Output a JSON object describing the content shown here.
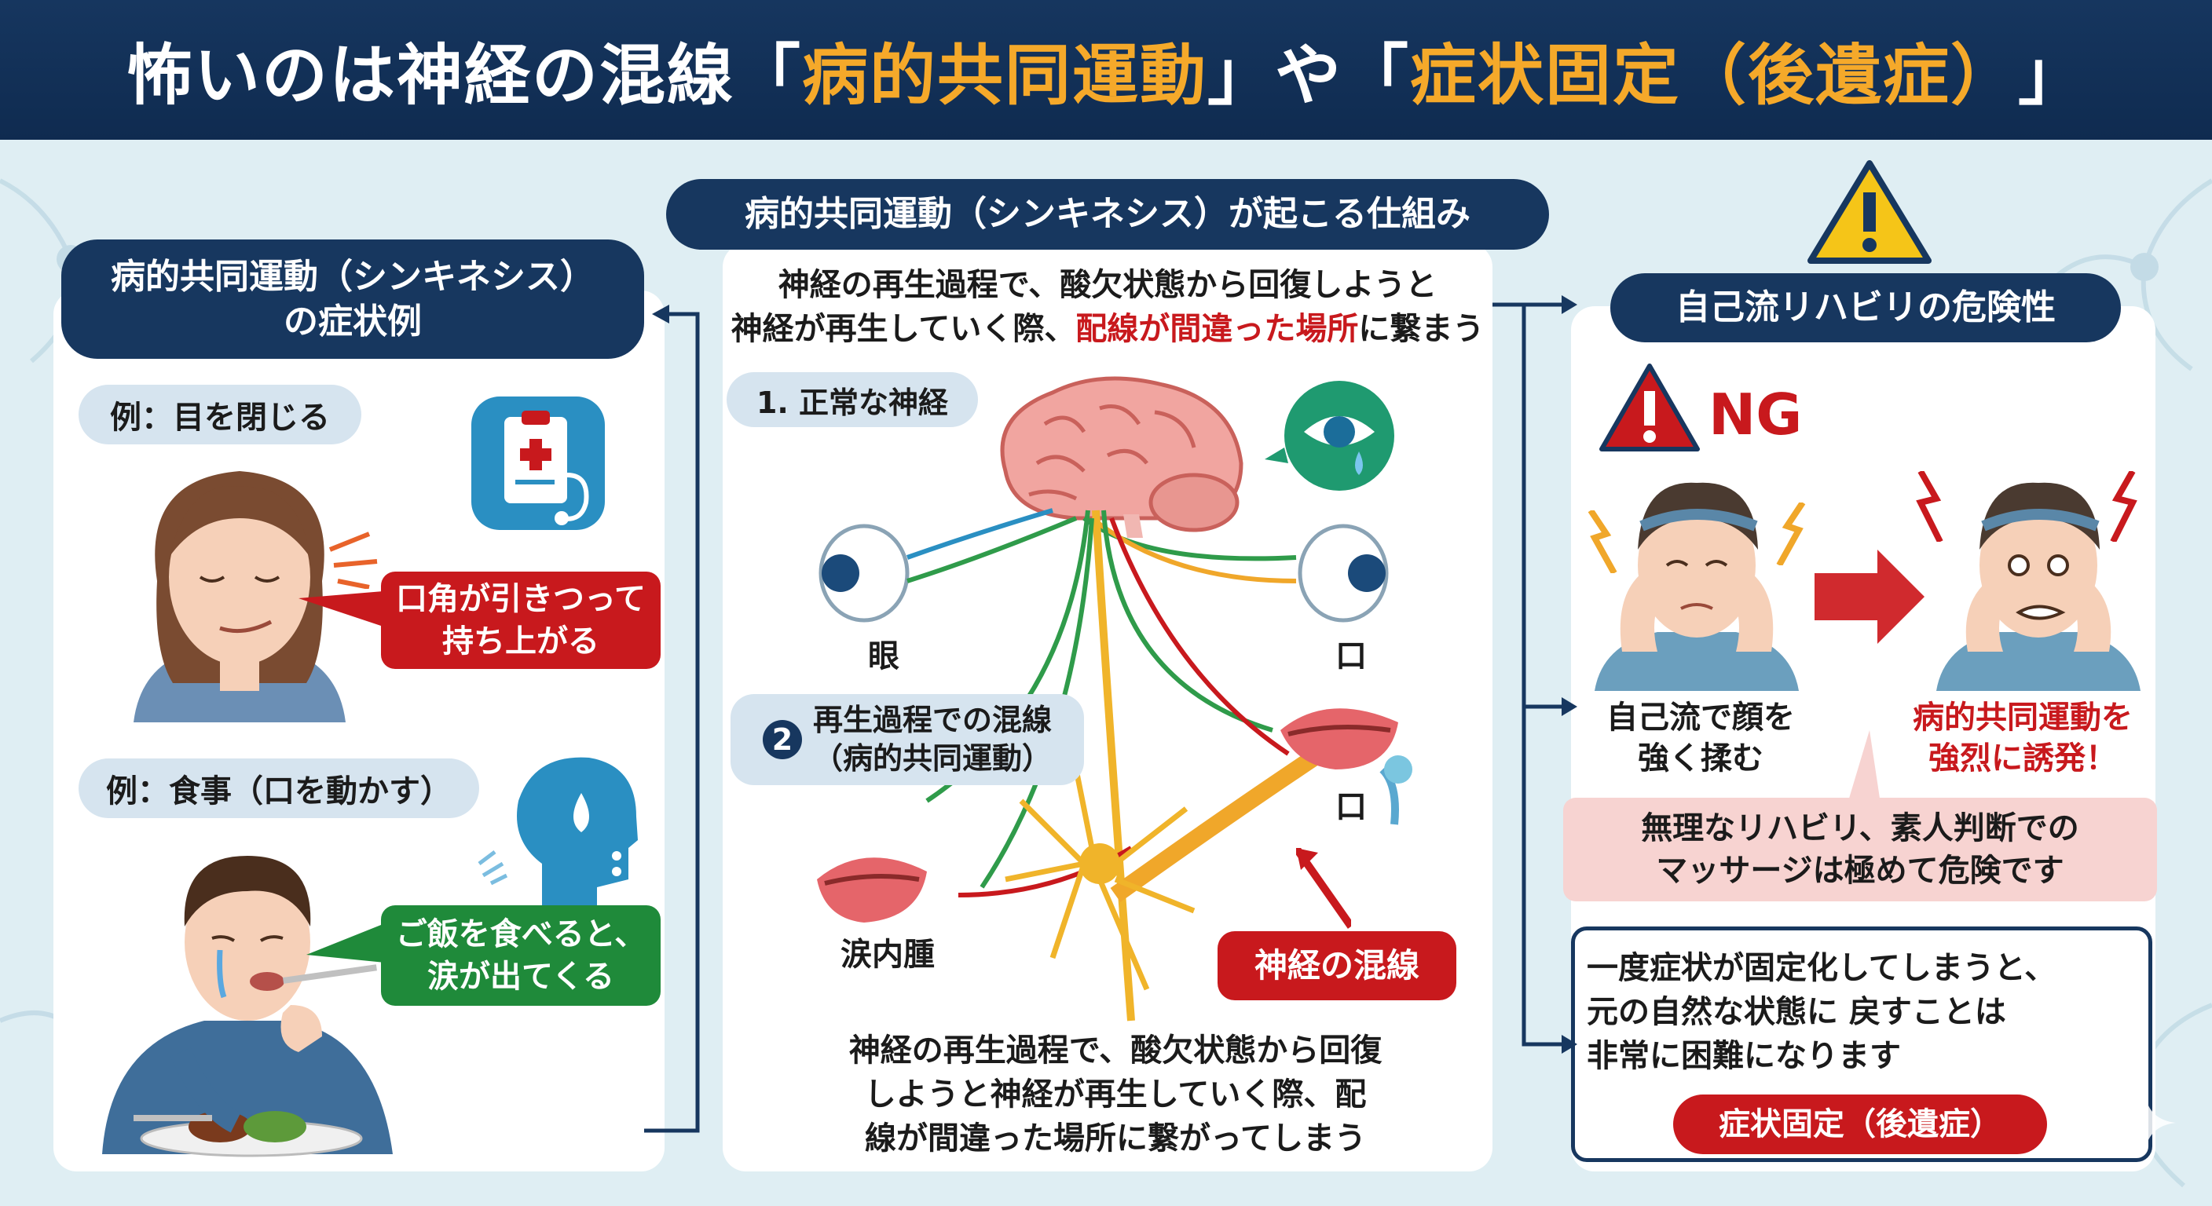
{
  "header": {
    "title_prefix": "怖いのは神経の混線「",
    "title_hl1": "病的共同運動",
    "title_mid": "」や「",
    "title_hl2": "症状固定（後遺症）",
    "title_suffix": "」"
  },
  "left": {
    "title_line1": "病的共同運動（シンキネシス）",
    "title_line2": "の症状例",
    "example1_label": "例：目を閉じる",
    "example1_callout_line1": "口角が引きつって",
    "example1_callout_line2": "持ち上がる",
    "example2_label": "例：食事（口を動かす）",
    "example2_callout_line1": "ご飯を食べると、",
    "example2_callout_line2": "涙が出てくる"
  },
  "center": {
    "title": "病的共同運動（シンキネシス）が起こる仕組み",
    "intro_line1": "神経の再生過程で、酸欠状態から回復しようと",
    "intro_line2_a": "神経が再生していく際、",
    "intro_line2_red": "配線が間違った場所",
    "intro_line2_b": "に繋まう",
    "normal_label": "1. 正常な神経",
    "regen_label_num": "2",
    "regen_label_line1": "再生過程での混線",
    "regen_label_line2": "（病的共同運動）",
    "label_eye": "眼",
    "label_mouth_top": "口",
    "label_mouth_bottom": "口",
    "label_tear": "涙内腫",
    "cross_label": "神経の混線",
    "bottom_line1": "神経の再生過程で、酸欠状態から回復",
    "bottom_line2": "しようと神経が再生していく際、配",
    "bottom_line3": "線が間違った場所に繋がってしまう"
  },
  "right": {
    "title": "自己流リハビリの危険性",
    "ng_label": "NG",
    "caption_left_line1": "自己流で顔を",
    "caption_left_line2": "強く揉む",
    "caption_right_line1": "病的共同運動を",
    "caption_right_line2": "強烈に誘発！",
    "warning_line1": "無理なリハビリ、素人判断での",
    "warning_line2": "マッサージは極めて危険です",
    "fixed_line1": "一度症状が固定化してしまうと、",
    "fixed_line2": "元の自然な状態に 戻すことは",
    "fixed_line3": "非常に困難になります",
    "fixed_badge": "症状固定（後遺症）"
  },
  "colors": {
    "navy": "#17375f",
    "accent_orange": "#f5a92a",
    "red": "#c8191d",
    "green": "#1f8a3a",
    "pale_blue": "#d6e4ef",
    "warning_pink": "#f7d3d1"
  }
}
